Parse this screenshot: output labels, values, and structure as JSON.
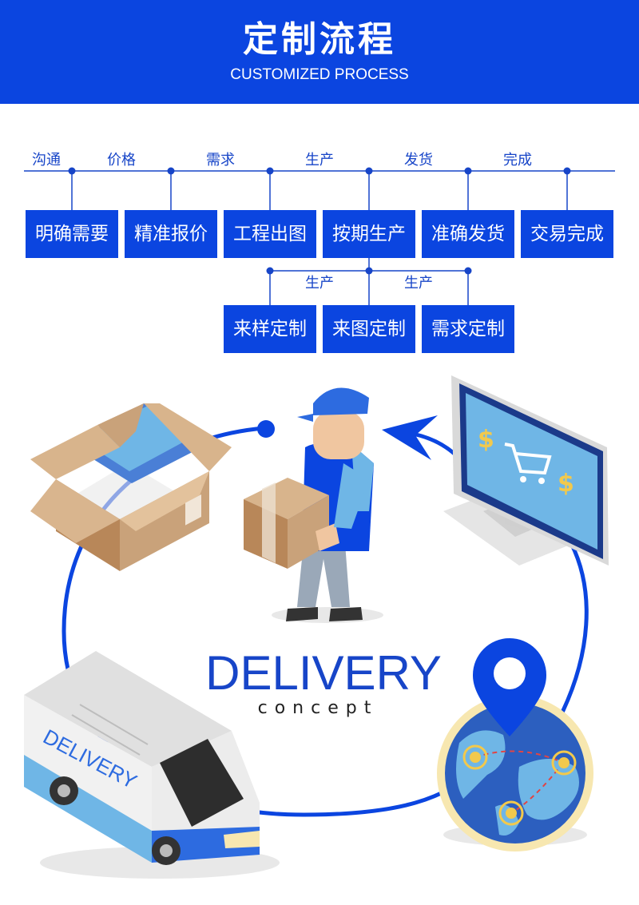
{
  "header": {
    "title": "定制流程",
    "subtitle": "CUSTOMIZED PROCESS"
  },
  "timeline": {
    "labels": [
      "沟通",
      "价格",
      "需求",
      "生产",
      "发货",
      "完成"
    ],
    "steps": [
      "明确需要",
      "精准报价",
      "工程出图",
      "按期生产",
      "准确发货",
      "交易完成"
    ]
  },
  "sub_timeline": {
    "labels": [
      "生产",
      "生产"
    ],
    "steps": [
      "来样定制",
      "来图定制",
      "需求定制"
    ]
  },
  "illustration": {
    "van_text": "DELIVERY",
    "headline": "DELIVERY",
    "tagline": "concept",
    "icons": [
      "open-box-icon",
      "courier-icon",
      "computer-cart-icon",
      "globe-pin-icon",
      "delivery-van-icon"
    ]
  },
  "colors": {
    "brand_blue": "#0b45e0",
    "label_blue": "#1745c8",
    "sky_blue": "#6fb6e6",
    "cardboard": "#c9a27a"
  }
}
